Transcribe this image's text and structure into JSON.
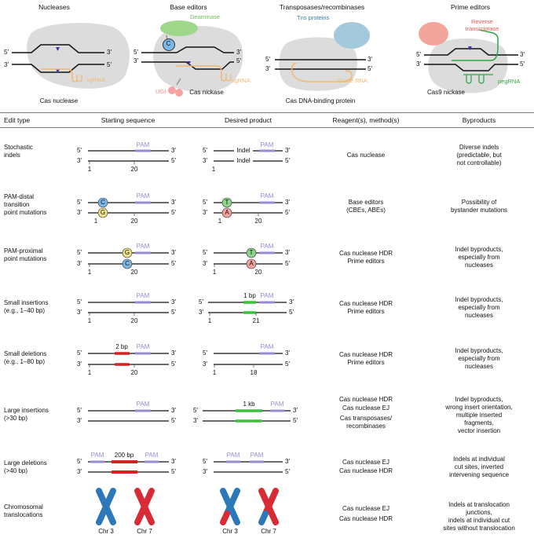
{
  "top_panels": {
    "nucleases": {
      "title": "Nucleases",
      "guide": "sgRNA",
      "caption": "Cas nuclease"
    },
    "base_editors": {
      "title": "Base editors",
      "enzyme": "Deaminase",
      "c_label": "C",
      "ugi": "UGI",
      "guide": "sgRNA",
      "caption": "Cas nickase"
    },
    "transposases": {
      "title": "Transposases/recombinases",
      "proteins": "Tns proteins",
      "guide": "Guide RNA",
      "caption": "Cas DNA-binding protein"
    },
    "prime_editors": {
      "title": "Prime editors",
      "enzyme_line1": "Reverse",
      "enzyme_line2": "transcriptase",
      "guide": "pegRNA",
      "caption": "Cas9 nickase"
    }
  },
  "strand_ends": {
    "five": "5′",
    "three": "3′"
  },
  "table": {
    "headers": [
      "Edit type",
      "Starting sequence",
      "Desired product",
      "Reagent(s), method(s)",
      "Byproducts"
    ],
    "pam": "PAM",
    "indel": "Indel",
    "rows": [
      {
        "edit": [
          "Stochastic",
          "indels"
        ],
        "start_pos": [
          "1",
          "20"
        ],
        "prod_pos": [
          "1"
        ],
        "reagents": [
          "Cas nuclease"
        ],
        "byproducts": [
          "Diverse indels",
          "(predictable, but",
          "not controllable)"
        ]
      },
      {
        "edit": [
          "PAM-distal",
          "transition",
          "point mutations"
        ],
        "start_bases": [
          "C",
          "G"
        ],
        "prod_bases": [
          "T",
          "A"
        ],
        "start_pos": [
          "1",
          "20"
        ],
        "prod_pos": [
          "1",
          "20"
        ],
        "reagents": [
          "Base editors",
          "(CBEs, ABEs)"
        ],
        "byproducts": [
          "Possibility of",
          "bystander mutations"
        ]
      },
      {
        "edit": [
          "PAM-proximal",
          "point mutations"
        ],
        "start_bases": [
          "G",
          "C"
        ],
        "prod_bases": [
          "T",
          "A"
        ],
        "start_pos": [
          "1",
          "20"
        ],
        "prod_pos": [
          "1",
          "20"
        ],
        "reagents": [
          "Cas nuclease HDR",
          "Prime editors"
        ],
        "byproducts": [
          "Indel byproducts,",
          "especially from",
          "nucleases"
        ]
      },
      {
        "edit": [
          "Small insertions",
          "(e.g., 1–40 bp)"
        ],
        "insert": "1 bp",
        "start_pos": [
          "1",
          "20"
        ],
        "prod_pos": [
          "1",
          "21"
        ],
        "reagents": [
          "Cas nuclease HDR",
          "Prime editors"
        ],
        "byproducts": [
          "Indel byproducts,",
          "especially from",
          "nucleases"
        ]
      },
      {
        "edit": [
          "Small deletions",
          "(e.g., 1–80 bp)"
        ],
        "deletion": "2 bp",
        "start_pos": [
          "1",
          "20"
        ],
        "prod_pos": [
          "1",
          "18"
        ],
        "reagents": [
          "Cas nuclease HDR",
          "Prime editors"
        ],
        "byproducts": [
          "Indel byproducts,",
          "especially from",
          "nucleases"
        ]
      },
      {
        "edit": [
          "Large insertions",
          "(>30 bp)"
        ],
        "insert": "1 kb",
        "reagents": [
          "Cas nuclease HDR",
          "Cas nuclease EJ",
          "Cas transposases/",
          "recombinases"
        ],
        "byproducts": [
          "Indel byproducts,",
          "wrong insert orientation,",
          "multiple inserted",
          "fragments,",
          "vector insertion"
        ]
      },
      {
        "edit": [
          "Large deletions",
          "(>40 bp)"
        ],
        "deletion": "200 bp",
        "reagents": [
          "Cas nuclease EJ",
          "Cas nuclease HDR"
        ],
        "byproducts": [
          "Indels at individual",
          "cut sites, inverted",
          "intervening sequence"
        ]
      },
      {
        "edit": [
          "Chromosomal",
          "translocations"
        ],
        "chromosomes": [
          "Chr 3",
          "Chr 7"
        ],
        "reagents": [
          "Cas nuclease EJ",
          "Cas nuclease HDR"
        ],
        "byproducts": [
          "Indels at translocation",
          "junctions,",
          "indels at individual cut",
          "sites without translocation"
        ]
      }
    ]
  },
  "colors": {
    "pam": "#9a8ad0",
    "guide": "#f2b870",
    "deaminase": "#9fd88a",
    "ugi": "#f4a3a0",
    "tns": "#a5c9dc",
    "rt": "#f2a69b",
    "peg": "#2fa84a",
    "cas": "#dcdcdc",
    "insert": "#3cbf3c",
    "deletion": "#d42222",
    "chr3": "#2d78b8",
    "chr7": "#d92b35",
    "base_c": "#7ab8e8",
    "base_g": "#f0e08a",
    "base_t": "#8dd48a",
    "base_a": "#f2a3a0"
  }
}
